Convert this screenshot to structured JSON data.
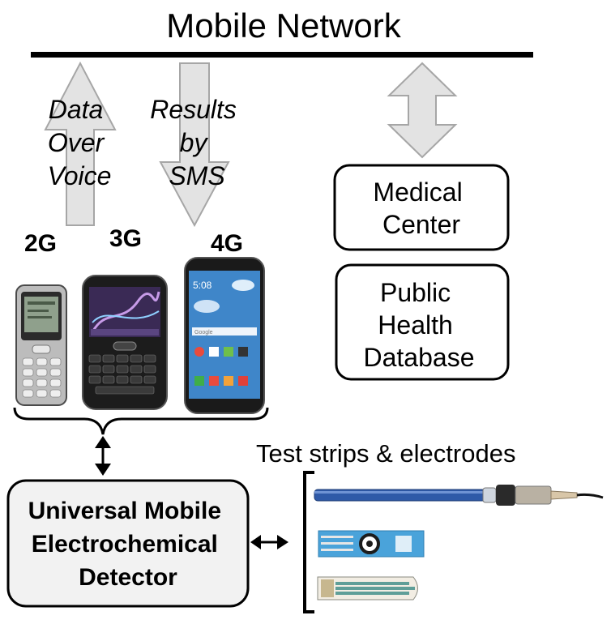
{
  "network_label": "Mobile Network",
  "uplink_label": [
    "Data",
    "Over",
    "Voice"
  ],
  "downlink_label": [
    "Results",
    "by",
    "SMS"
  ],
  "phones": [
    {
      "generation": "2G"
    },
    {
      "generation": "3G"
    },
    {
      "generation": "4G",
      "screen_time": "5:08",
      "screen_app": "Google"
    }
  ],
  "medical_center": [
    "Medical",
    "Center"
  ],
  "public_health": [
    "Public",
    "Health",
    "Database"
  ],
  "detector": [
    "Universal Mobile",
    "Electrochemical",
    "Detector"
  ],
  "strips_label": "Test strips & electrodes",
  "colors": {
    "arrow_fill": "#e3e3e3",
    "arrow_stroke": "#a6a6a6",
    "detector_fill": "#f2f2f2",
    "electrode_blue": "#2f5aa8",
    "strip_blue": "#4aa3da",
    "strip_green": "#5f9e98"
  }
}
